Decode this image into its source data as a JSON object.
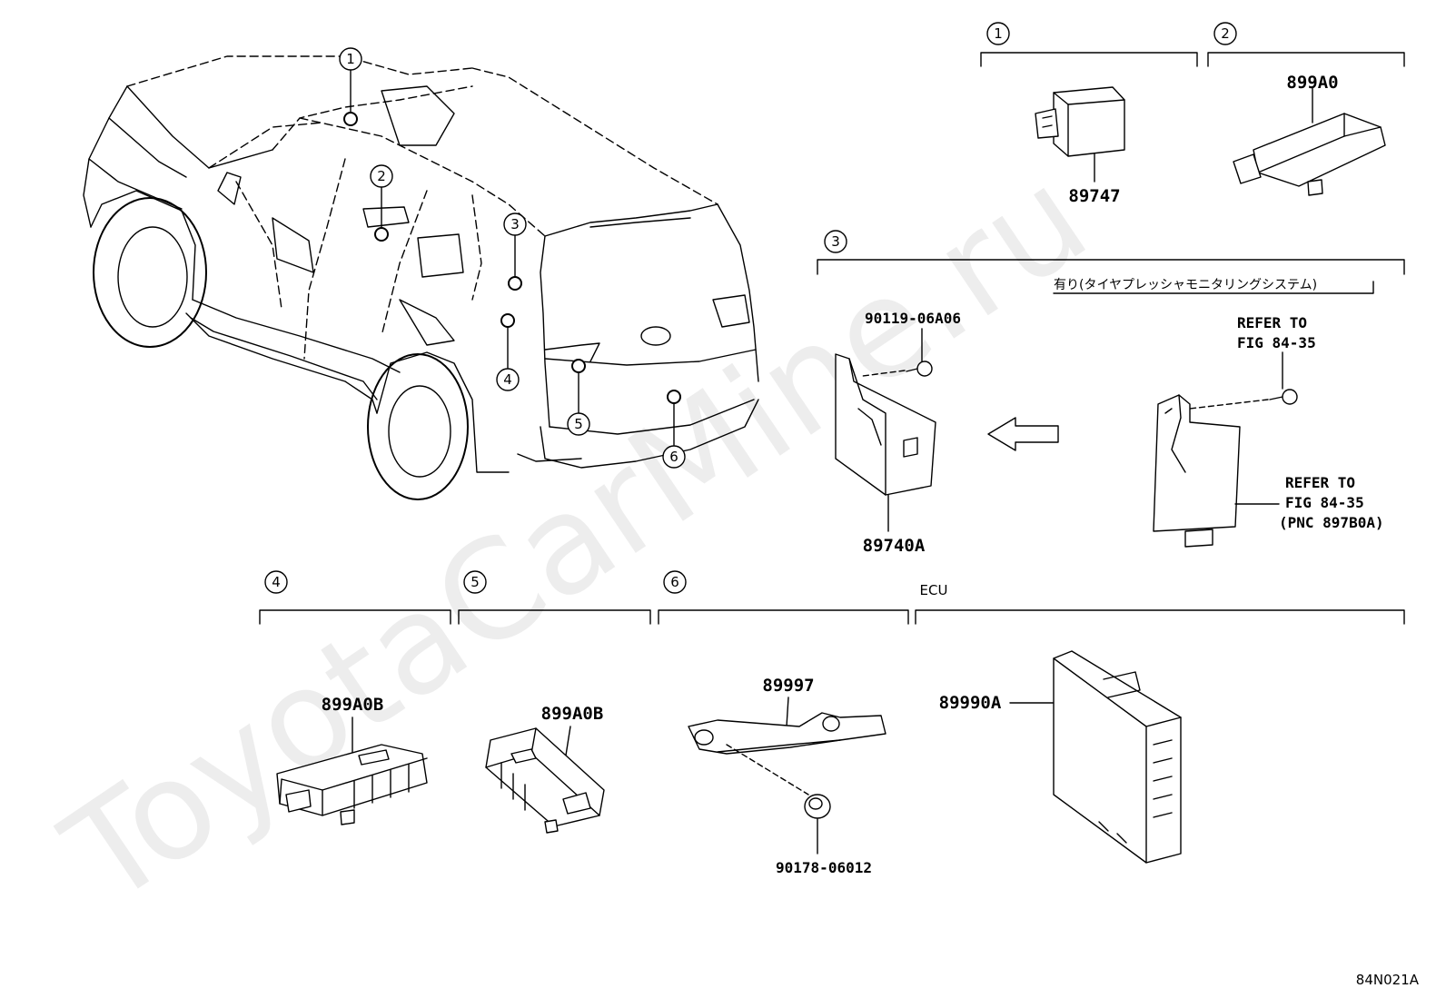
{
  "watermark": "ToyotaCarMine.ru",
  "diagram_code": "84N021A",
  "callouts": [
    "1",
    "2",
    "3",
    "4",
    "5",
    "6"
  ],
  "groups": {
    "g1": {
      "number": "1",
      "parts": [
        "89747"
      ]
    },
    "g2": {
      "number": "2",
      "parts": [
        "899A0"
      ]
    },
    "g3": {
      "number": "3",
      "note_jp": "有り(タイヤプレッシャモニタリングシステム)",
      "parts": [
        "90119-06A06",
        "89740A"
      ],
      "refer_bolt_line1": "REFER TO",
      "refer_bolt_line2": "FIG 84-35",
      "refer_ecu_line1": "REFER TO",
      "refer_ecu_line2": "FIG 84-35",
      "refer_ecu_line3": "(PNC 897B0A)"
    },
    "g4": {
      "number": "4",
      "parts": [
        "899A0B"
      ]
    },
    "g5": {
      "number": "5",
      "parts": [
        "899A0B"
      ]
    },
    "g6": {
      "number": "6",
      "parts": [
        "89997",
        "90178-06012"
      ]
    },
    "ecu": {
      "label": "ECU",
      "parts": [
        "89990A"
      ]
    }
  }
}
